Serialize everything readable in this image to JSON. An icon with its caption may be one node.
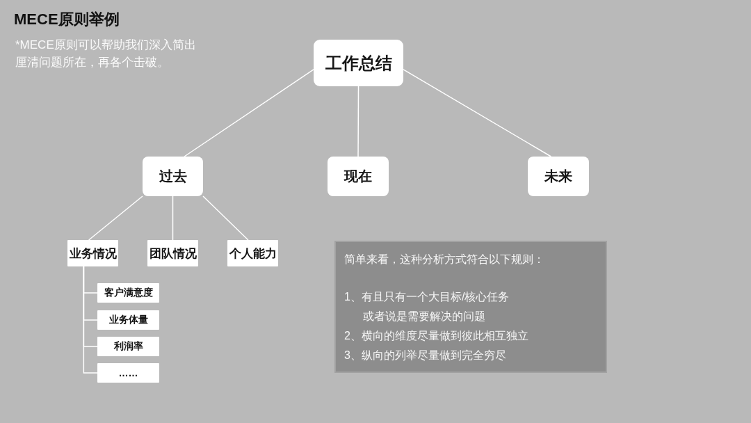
{
  "diagram": {
    "title": "MECE原则举例",
    "nodes": [
      {
        "text": [
          "工作总结"
        ]
      },
      {
        "text": [
          "过去"
        ]
      },
      {
        "text": [
          "现在"
        ]
      },
      {
        "text": [
          "未来"
        ]
      },
      {
        "text": [
          "业务情况"
        ]
      },
      {
        "text": [
          "团队情况"
        ]
      },
      {
        "text": [
          "个人能力"
        ]
      },
      {
        "text": [
          "客户满意度"
        ]
      },
      {
        "text": [
          "业务体量"
        ]
      },
      {
        "text": [
          "利润率"
        ]
      },
      {
        "text": [
          "……"
        ]
      },
      {
        "text": [
          "简单来看，这种分析方式符合以下规则：",
          "1、有且只有一个大目标/核心任务或者说是需要解决的问题",
          "2、横向的维度尽量做到彼此相互独立",
          "3、纵向的列举尽量做到完全穷尽"
        ]
      }
    ],
    "edges": [
      {
        "from": 0,
        "to": 1,
        "arrow": "none"
      },
      {
        "from": 0,
        "to": 2,
        "arrow": "none"
      },
      {
        "from": 0,
        "to": 3,
        "arrow": "none"
      },
      {
        "from": 1,
        "to": 4,
        "arrow": "none"
      },
      {
        "from": 1,
        "to": 5,
        "arrow": "none"
      },
      {
        "from": 1,
        "to": 6,
        "arrow": "none"
      },
      {
        "from": 4,
        "to": 7,
        "arrow": "none"
      },
      {
        "from": 4,
        "to": 8,
        "arrow": "none"
      },
      {
        "from": 4,
        "to": 9,
        "arrow": "none"
      },
      {
        "from": 4,
        "to": 10,
        "arrow": "none"
      }
    ],
    "labels": [
      "*MECE原则可以帮助我们深入简出厘清问题所在，再各个击破。"
    ]
  }
}
